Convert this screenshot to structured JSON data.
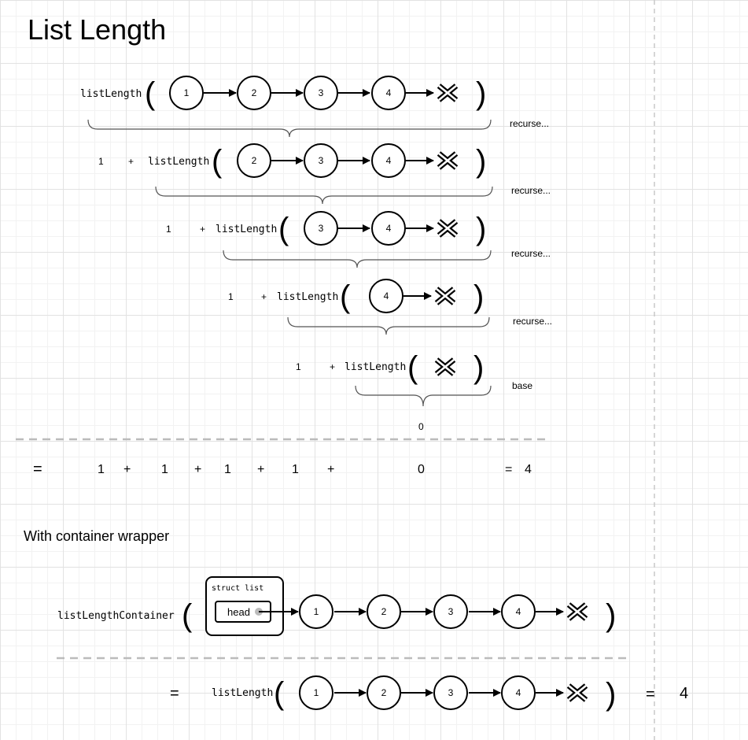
{
  "title": "List Length",
  "function_name": "listLength",
  "open_paren": "(",
  "close_paren": ")",
  "one": "1",
  "plus": "+",
  "zero": "0",
  "equals": "=",
  "result": "4",
  "recurse_label": "recurse...",
  "base_label": "base",
  "rows": [
    {
      "nodes": [
        "1",
        "2",
        "3",
        "4"
      ],
      "prefix": false,
      "note": "recurse..."
    },
    {
      "nodes": [
        "2",
        "3",
        "4"
      ],
      "prefix": true,
      "note": "recurse..."
    },
    {
      "nodes": [
        "3",
        "4"
      ],
      "prefix": true,
      "note": "recurse..."
    },
    {
      "nodes": [
        "4"
      ],
      "prefix": true,
      "note": "recurse..."
    },
    {
      "nodes": [],
      "prefix": true,
      "note": "base"
    }
  ],
  "sum_terms": [
    "1",
    "+",
    "1",
    "+",
    "1",
    "+",
    "1",
    "+",
    "0"
  ],
  "container_section": {
    "heading": "With container wrapper",
    "function_name": "listLengthContainer",
    "struct_label": "struct list",
    "head_label": "head",
    "nodes": [
      "1",
      "2",
      "3",
      "4"
    ]
  },
  "final_row": {
    "function_name": "listLength",
    "nodes": [
      "1",
      "2",
      "3",
      "4"
    ],
    "result": "4"
  }
}
